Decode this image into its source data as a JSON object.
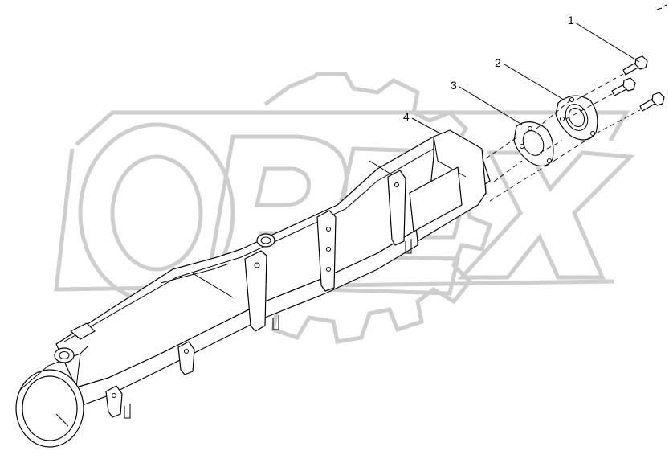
{
  "watermark": {
    "text": "OPEX"
  },
  "callouts": [
    {
      "id": "callout-1",
      "label": "1"
    },
    {
      "id": "callout-2",
      "label": "2"
    },
    {
      "id": "callout-3",
      "label": "3"
    },
    {
      "id": "callout-4",
      "label": "4"
    }
  ]
}
